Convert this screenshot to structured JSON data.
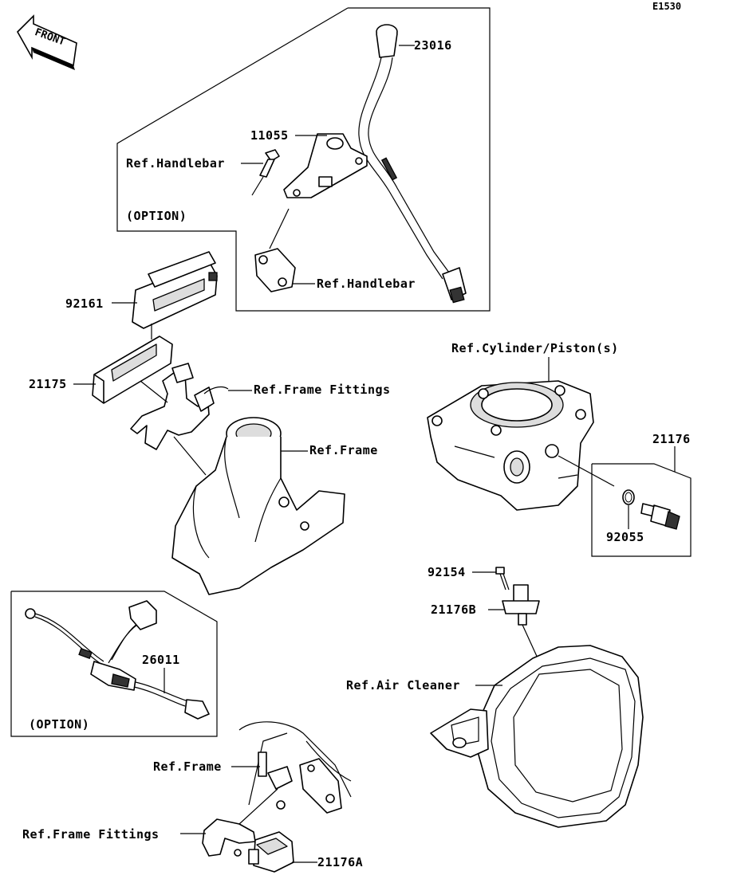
{
  "diagram_code": "E1530",
  "front_label": "FRONT",
  "labels": {
    "p23016": "23016",
    "p11055": "11055",
    "ref_handlebar_1": "Ref.Handlebar",
    "option_1": "(OPTION)",
    "ref_handlebar_2": "Ref.Handlebar",
    "p92161": "92161",
    "p21175": "21175",
    "ref_frame_fittings_1": "Ref.Frame Fittings",
    "ref_frame_1": "Ref.Frame",
    "ref_cylinder": "Ref.Cylinder/Piston(s)",
    "p21176": "21176",
    "p92055": "92055",
    "p92154": "92154",
    "p21176b": "21176B",
    "ref_air_cleaner": "Ref.Air Cleaner",
    "p26011": "26011",
    "option_2": "(OPTION)",
    "ref_frame_2": "Ref.Frame",
    "ref_frame_fittings_2": "Ref.Frame Fittings",
    "p21176a": "21176A"
  }
}
